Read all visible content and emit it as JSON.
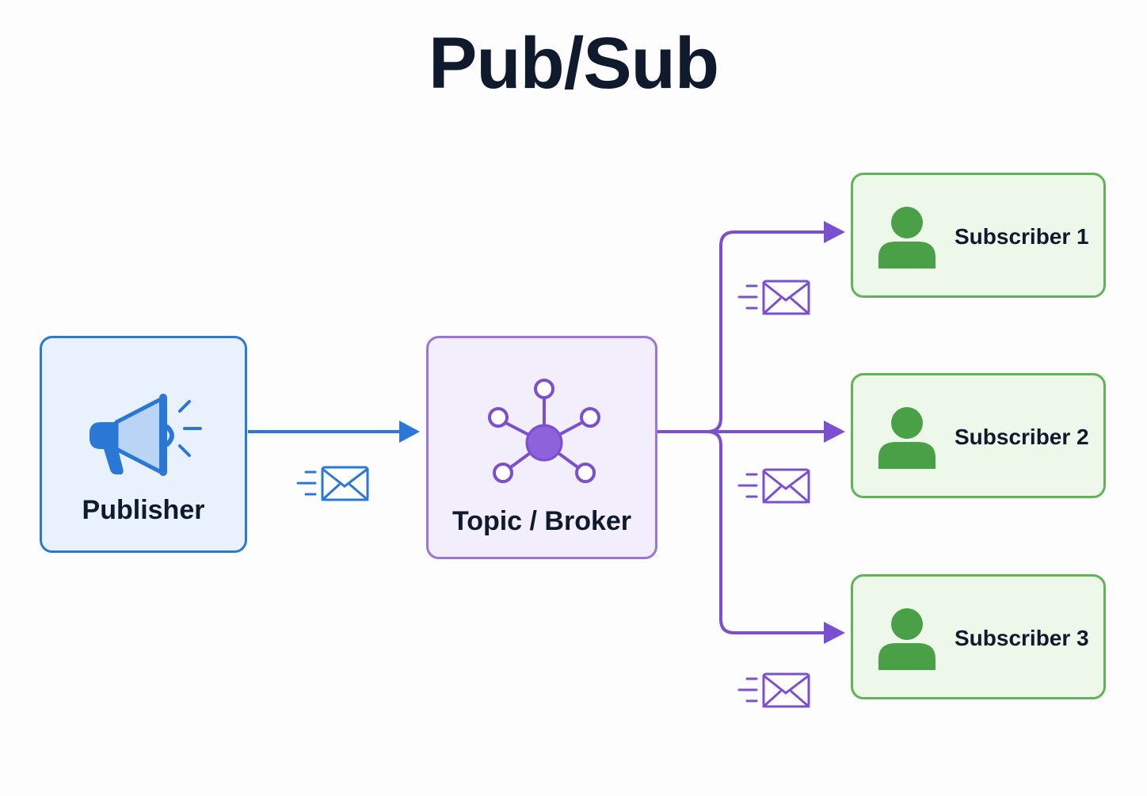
{
  "title": "Pub/Sub",
  "publisher": {
    "label": "Publisher",
    "icon": "megaphone-icon"
  },
  "broker": {
    "label": "Topic / Broker",
    "icon": "network-hub-icon"
  },
  "subscribers": [
    {
      "label": "Subscriber 1",
      "icon": "user-icon"
    },
    {
      "label": "Subscriber 2",
      "icon": "user-icon"
    },
    {
      "label": "Subscriber 3",
      "icon": "user-icon"
    }
  ],
  "message_icon": "envelope-icon",
  "colors": {
    "title": "#0f1b2d",
    "publisher_border": "#2a78d6",
    "publisher_fill": "#e8f1fc",
    "broker_border": "#9a76d6",
    "broker_fill": "#f3eefc",
    "broker_accent": "#7a4fd0",
    "subscriber_border": "#5fb456",
    "subscriber_fill": "#eef8ea",
    "subscriber_icon": "#4aa047"
  }
}
